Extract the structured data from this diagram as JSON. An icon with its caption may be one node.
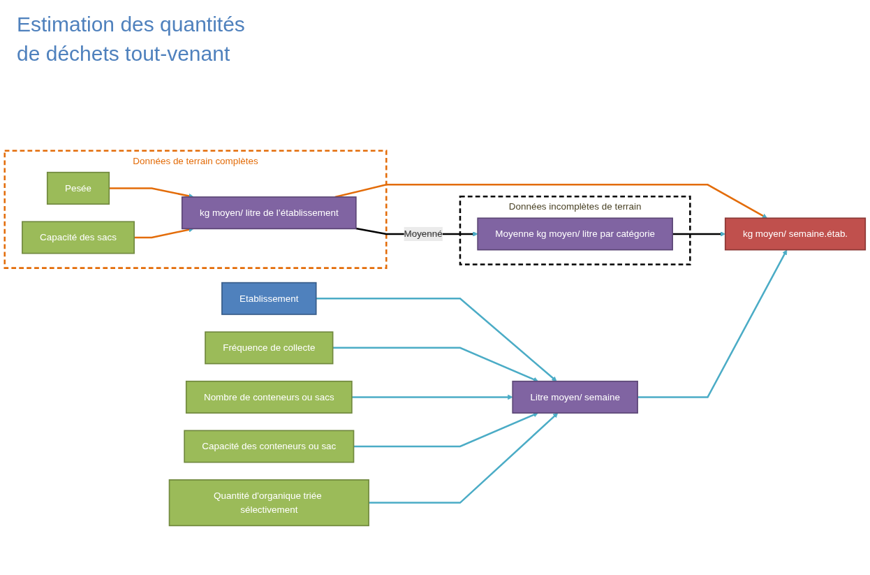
{
  "diagram": {
    "title": "Estimation des quantités de déchets tout-venant",
    "nodes": [
      {
        "text": [
          "Données de terrain complètes"
        ]
      },
      {
        "text": [
          "Pesée"
        ],
        "in": 0
      },
      {
        "text": [
          "Capacité des sacs"
        ],
        "in": 0
      },
      {
        "text": [
          "kg moyen/ litre de l’établissement"
        ],
        "in": 0
      },
      {
        "text": [
          "Etablissement"
        ]
      },
      {
        "text": [
          "Litre moyen/ semaine"
        ]
      },
      {
        "text": [
          "kg moyen/ semaine.étab."
        ]
      },
      {
        "text": [
          "Données incomplètes de terrain"
        ]
      },
      {
        "text": [
          "Moyenne kg moyen/ litre par catégorie"
        ],
        "in": 7
      },
      {
        "text": [
          "Fréquence de collecte"
        ]
      },
      {
        "text": [
          "Nombre de conteneurs ou sacs"
        ]
      },
      {
        "text": [
          "Capacité des conteneurs ou sac"
        ]
      },
      {
        "text": [
          "Quantité d’organique triée sélectivement"
        ]
      }
    ],
    "edges": [
      {
        "from": 1,
        "to": 3,
        "arrow": "to",
        "color": "#e36c09"
      },
      {
        "from": 2,
        "to": 3,
        "arrow": "to",
        "color": "#e36c09"
      },
      {
        "from": 3,
        "to": 6,
        "arrow": "to",
        "color": "#e36c09"
      },
      {
        "from": 4,
        "to": 5,
        "arrow": "to"
      },
      {
        "from": 5,
        "to": 6,
        "arrow": "to"
      },
      {
        "from": 3,
        "to": 8,
        "arrow": "to",
        "label": "Moyenné",
        "color": "#000000"
      },
      {
        "from": 8,
        "to": 6,
        "arrow": "to",
        "color": "#000000"
      },
      {
        "from": 9,
        "to": 5,
        "arrow": "to"
      },
      {
        "from": 10,
        "to": 5,
        "arrow": "to"
      },
      {
        "from": 11,
        "to": 5,
        "arrow": "to"
      },
      {
        "from": 12,
        "to": 5,
        "arrow": "to"
      }
    ]
  }
}
